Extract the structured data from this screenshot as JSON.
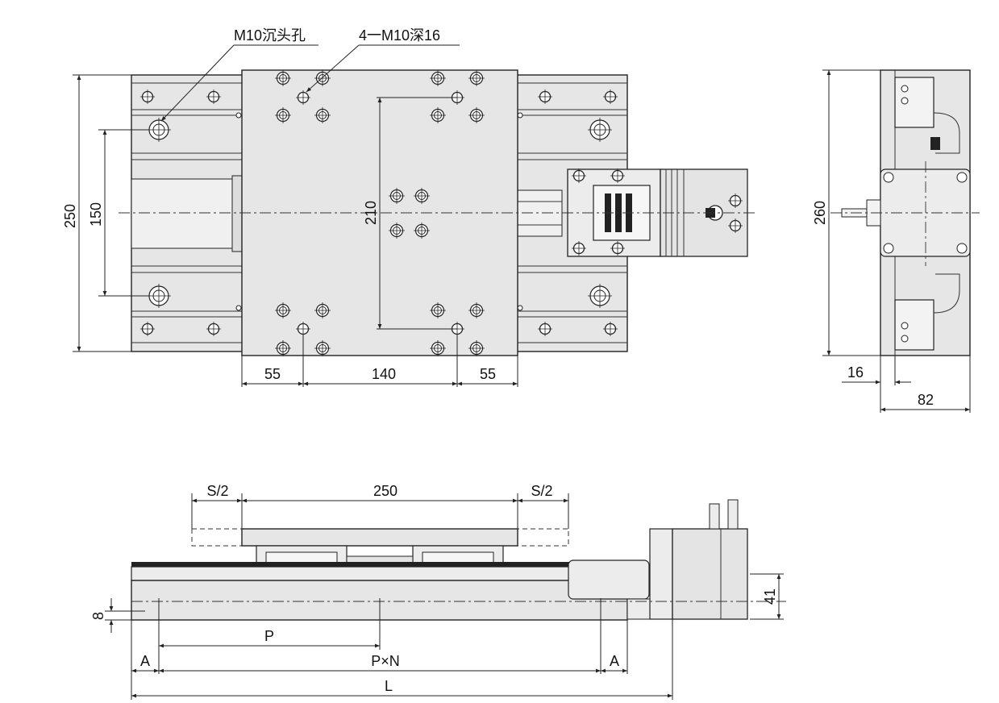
{
  "callouts": {
    "counterbore": "M10沉头孔",
    "tapped": "4一M10深16"
  },
  "top_view": {
    "dim_height_outer": "250",
    "dim_height_inner": "150",
    "dim_hole_span": "210",
    "dim_left": "55",
    "dim_mid": "140",
    "dim_right": "55"
  },
  "side_view": {
    "dim_height": "260",
    "dim_offset": "16",
    "dim_width": "82"
  },
  "front_view": {
    "dim_stroke_left": "S/2",
    "dim_table": "250",
    "dim_stroke_right": "S/2",
    "dim_base": "8",
    "dim_height": "41",
    "dim_pitch": "P",
    "dim_a_left": "A",
    "dim_pitch_total": "P×N",
    "dim_a_right": "A",
    "dim_length": "L"
  }
}
